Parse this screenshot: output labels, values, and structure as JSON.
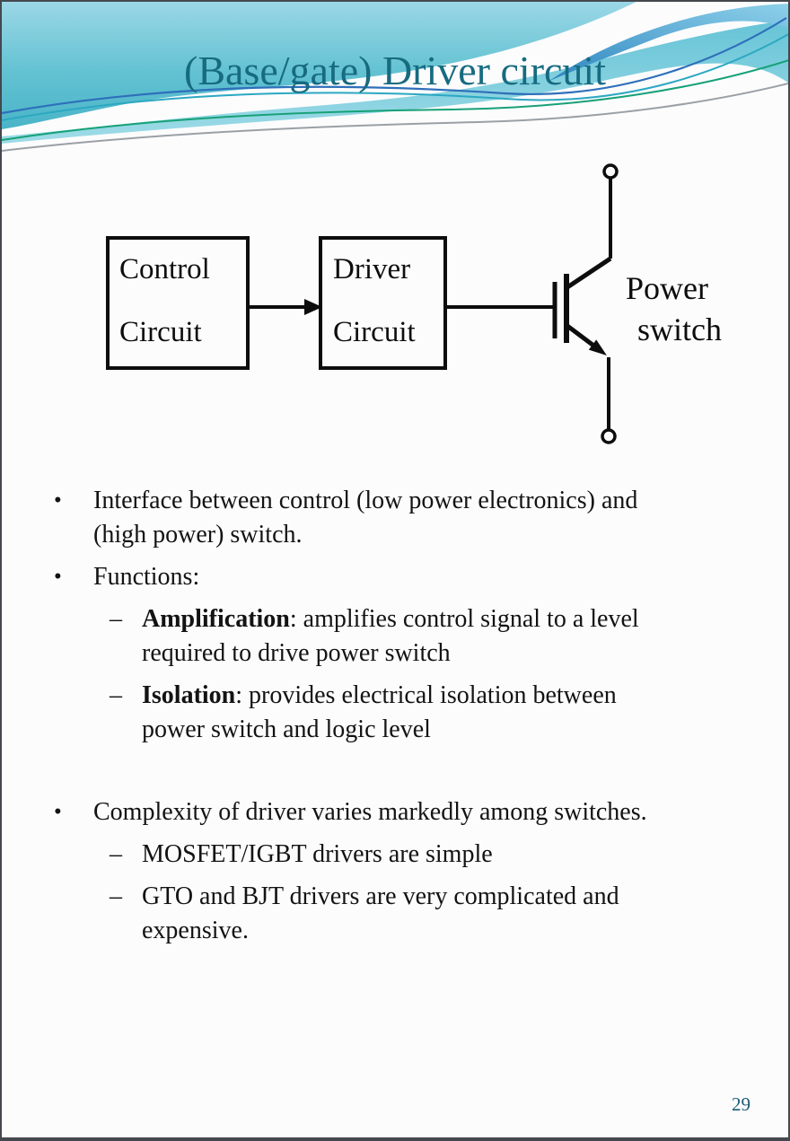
{
  "slide": {
    "title": "(Base/gate) Driver circuit",
    "page_number": "29",
    "colors": {
      "title_text": "#176b80",
      "page_number_text": "#1b5a77",
      "body_text": "#131313",
      "wave_teal_top": "#9bd7e6",
      "wave_teal_bottom": "#4ab4c8",
      "wave_band_teal": "#74c8d9",
      "ribbon_blue": "#3b93c8",
      "accent_curve_blue": "#2e6fba",
      "accent_curve_teal": "#2ba8c2",
      "accent_curve_green": "#16a177",
      "accent_curve_gray": "#9aa0a6",
      "diagram_ink": "#0d0d0d"
    }
  },
  "diagram": {
    "control_box": {
      "line1": "Control",
      "line2": "Circuit"
    },
    "driver_box": {
      "line1": "Driver",
      "line2": "Circuit"
    },
    "power_switch_label": {
      "line1": "Power",
      "line2": "switch"
    }
  },
  "bullets": [
    {
      "level": 1,
      "marker": "•",
      "term": "",
      "extra_gap_before": false,
      "lines": [
        "Interface between control (low power electronics) and",
        "(high power) switch."
      ]
    },
    {
      "level": 1,
      "marker": "•",
      "term": "",
      "extra_gap_before": false,
      "lines": [
        "Functions:"
      ]
    },
    {
      "level": 2,
      "marker": "–",
      "term": "Amplification",
      "extra_gap_before": false,
      "lines": [
        ": amplifies control signal to a level",
        "required to drive power switch"
      ]
    },
    {
      "level": 2,
      "marker": "–",
      "term": "Isolation",
      "extra_gap_before": false,
      "lines": [
        ": provides electrical isolation between",
        "power switch and logic level"
      ]
    },
    {
      "level": 1,
      "marker": "•",
      "term": "",
      "extra_gap_before": true,
      "lines": [
        "Complexity of driver varies markedly among switches."
      ]
    },
    {
      "level": 2,
      "marker": "–",
      "term": "",
      "extra_gap_before": false,
      "lines": [
        "MOSFET/IGBT drivers are simple"
      ]
    },
    {
      "level": 2,
      "marker": "–",
      "term": "",
      "extra_gap_before": false,
      "lines": [
        "GTO and BJT drivers are very complicated and",
        "expensive."
      ]
    }
  ]
}
